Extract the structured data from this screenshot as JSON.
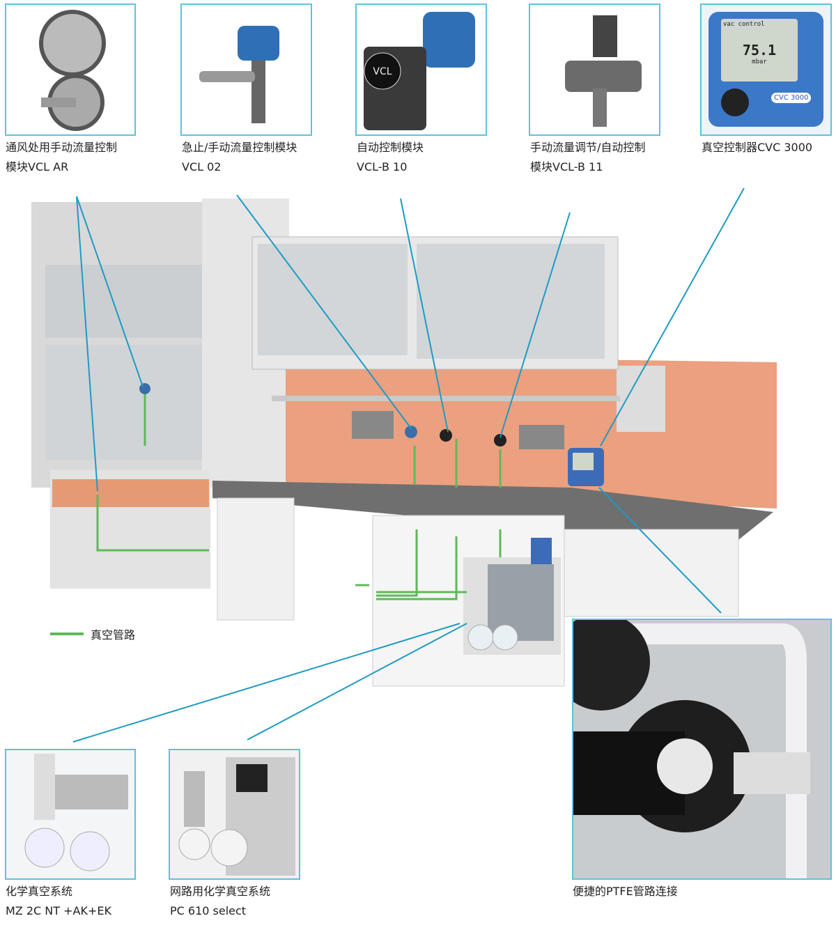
{
  "top_products": [
    {
      "line1": "通风处用手动流量控制",
      "line2": "模块VCL AR"
    },
    {
      "line1": "急止/手动流量控制模块",
      "line2": "VCL 02"
    },
    {
      "line1": "自动控制模块",
      "line2": "VCL-B 10"
    },
    {
      "line1": "手动流量调节/自动控制",
      "line2": "模块VCL-B 11"
    },
    {
      "line1": "真空控制器CVC 3000",
      "line2": ""
    }
  ],
  "device_text": {
    "vcl": "VCL",
    "cvc_screen_title": "vac control",
    "cvc_value": "75.1",
    "cvc_unit": "mbar",
    "cvc_model": "CVC 3000"
  },
  "legend": {
    "label": "真空管路",
    "color": "#5fb85a"
  },
  "bottom_products": [
    {
      "line1": "化学真空系统",
      "line2": "MZ 2C NT +AK+EK"
    },
    {
      "line1": "网路用化学真空系统",
      "line2": "PC 610 select"
    },
    {
      "line1": "便捷的PTFE管路连接",
      "line2": ""
    }
  ],
  "colors": {
    "frame": "#5cc3dc",
    "leader": "#1e9ac4",
    "wall": "#eba07f",
    "vacuum_line": "#5fb85a"
  }
}
